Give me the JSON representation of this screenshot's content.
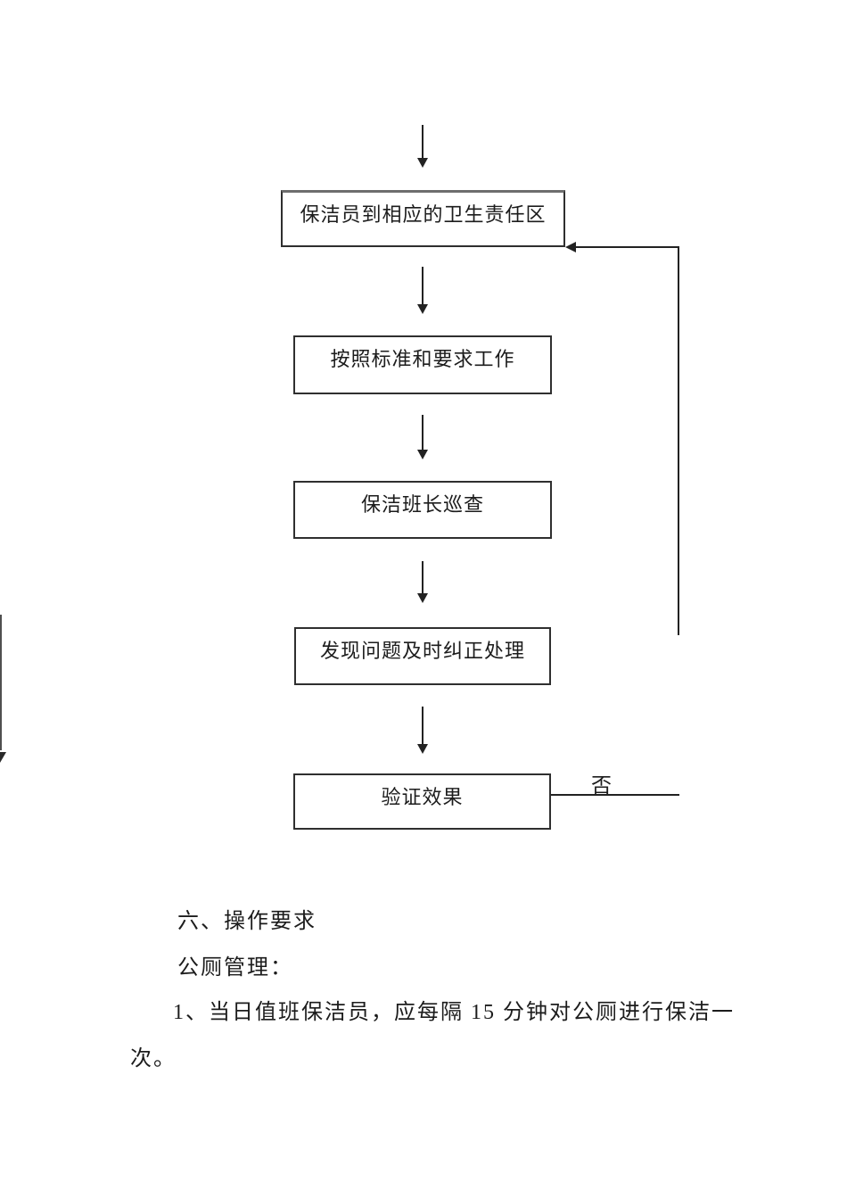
{
  "colors": {
    "page_bg": "#ffffff",
    "ink": "#1c1c1c",
    "box_border": "#2f2f2f"
  },
  "flowchart": {
    "boxes": [
      {
        "id": "step-1",
        "label": "保洁员到相应的卫生责任区"
      },
      {
        "id": "step-2",
        "label": "按照标准和要求工作"
      },
      {
        "id": "step-3",
        "label": "保洁班长巡查"
      },
      {
        "id": "step-4",
        "label": "发现问题及时纠正处理"
      },
      {
        "id": "step-5",
        "label": "验证效果"
      }
    ],
    "edges": [
      {
        "from": "previous-page",
        "to": "step-1",
        "label": ""
      },
      {
        "from": "step-1",
        "to": "step-2",
        "label": ""
      },
      {
        "from": "step-2",
        "to": "step-3",
        "label": ""
      },
      {
        "from": "step-3",
        "to": "step-4",
        "label": ""
      },
      {
        "from": "step-4",
        "to": "step-5",
        "label": ""
      },
      {
        "from": "step-5",
        "to": "step-1",
        "label": "否"
      }
    ],
    "no_label": "否"
  },
  "body": {
    "lines": [
      {
        "text": "六、操作要求"
      },
      {
        "text": "公厕管理："
      },
      {
        "text": "1、当日值班保洁员，应每隔 15 分钟对公厕进行保洁一"
      },
      {
        "text": "次。"
      }
    ]
  }
}
